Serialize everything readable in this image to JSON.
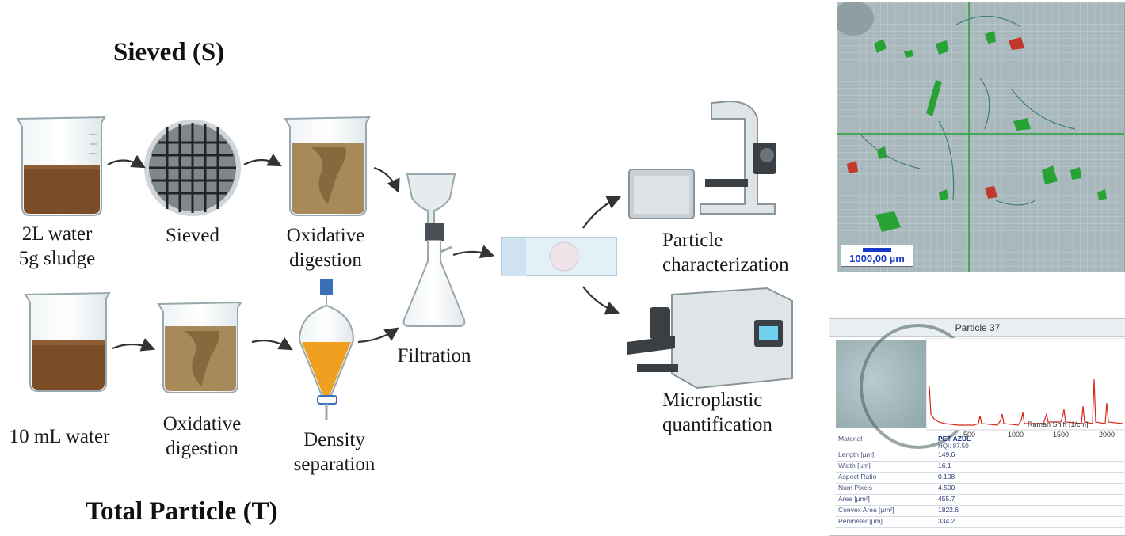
{
  "headings": {
    "sieved": "Sieved (S)",
    "total": "Total Particle (T)"
  },
  "labels": {
    "sample_s_line1": "2L water",
    "sample_s_line2": "5g sludge",
    "sieved": "Sieved",
    "oxidative_s_line1": "Oxidative",
    "oxidative_s_line2": "digestion",
    "sample_t": "10 mL water",
    "oxidative_t_line1": "Oxidative",
    "oxidative_t_line2": "digestion",
    "density_line1": "Density",
    "density_line2": "separation",
    "filtration": "Filtration",
    "particle_line1": "Particle",
    "particle_line2": "characterization",
    "micro_line1": "Microplastic",
    "micro_line2": "quantification"
  },
  "micrograph": {
    "scale_text": "1000,00 µm"
  },
  "spectrum_panel": {
    "title": "Particle 37",
    "x_ticks": [
      "500",
      "1000",
      "1500",
      "2000"
    ],
    "x_label": "Raman Shift [1/cm]",
    "rows": [
      {
        "key": "Material",
        "value": "PET AZUL",
        "sub": "HQI: 87.50"
      },
      {
        "key": "Length [µm]",
        "value": "149.6"
      },
      {
        "key": "Width [µm]",
        "value": "16.1"
      },
      {
        "key": "Aspect Ratio",
        "value": "0.108"
      },
      {
        "key": "Num Pixels",
        "value": "4.500"
      },
      {
        "key": "Area [µm²]",
        "value": "455.7"
      },
      {
        "key": "Convex Area [µm²]",
        "value": "1822.6"
      },
      {
        "key": "Perimeter [µm]",
        "value": "334.2"
      }
    ]
  },
  "colors": {
    "sludge": "#7a4d27",
    "digest": "#a8895a",
    "funnel_liquid": "#f0a020",
    "spectrum": "#d42a1e",
    "grid_green": "#27a336"
  }
}
